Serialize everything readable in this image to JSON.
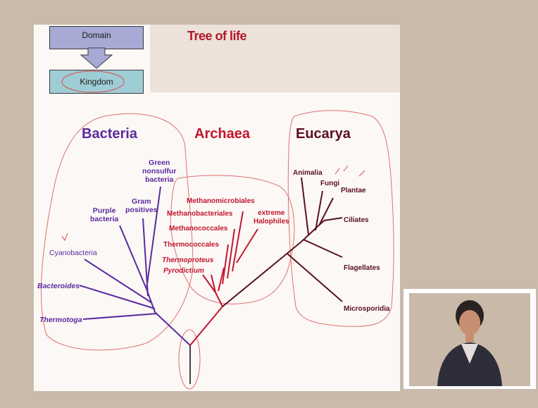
{
  "slide": {
    "title": "Tree of life",
    "hierarchy": {
      "domain": "Domain",
      "kingdom": "Kingdom"
    }
  },
  "domains": {
    "bacteria": "Bacteria",
    "archaea": "Archaea",
    "eucarya": "Eucarya"
  },
  "bacteria_labels": {
    "green": [
      "Green",
      "nonsulfur",
      "bacteria"
    ],
    "gram": [
      "Gram",
      "positives"
    ],
    "purple": [
      "Purple",
      "bacteria"
    ],
    "cyano": "Cyanobacteria",
    "bacteroides": "Bacteroides",
    "thermotoga": "Thermotoga"
  },
  "archaea_labels": {
    "methanomicrobiales": "Methanomicrobiales",
    "methanobacteriales": "Methanobacteriales",
    "halophiles": [
      "extreme",
      "Halophiles"
    ],
    "methanococcales": "Methanococcales",
    "thermococcales": "Thermococcales",
    "thermoproteus": "Thermoproteus",
    "pyrodictium": "Pyrodictium"
  },
  "eucarya_labels": {
    "animalia": "Animalia",
    "fungi": "Fungi",
    "plantae": "Plantae",
    "ciliates": "Ciliates",
    "flagellates": "Flagellates",
    "microsporidia": "Microsporidia"
  },
  "colors": {
    "bacteria": "#5b2a9e",
    "archaea": "#c2162c",
    "eucarya": "#5a1020",
    "annotation": "#d94b4b"
  }
}
